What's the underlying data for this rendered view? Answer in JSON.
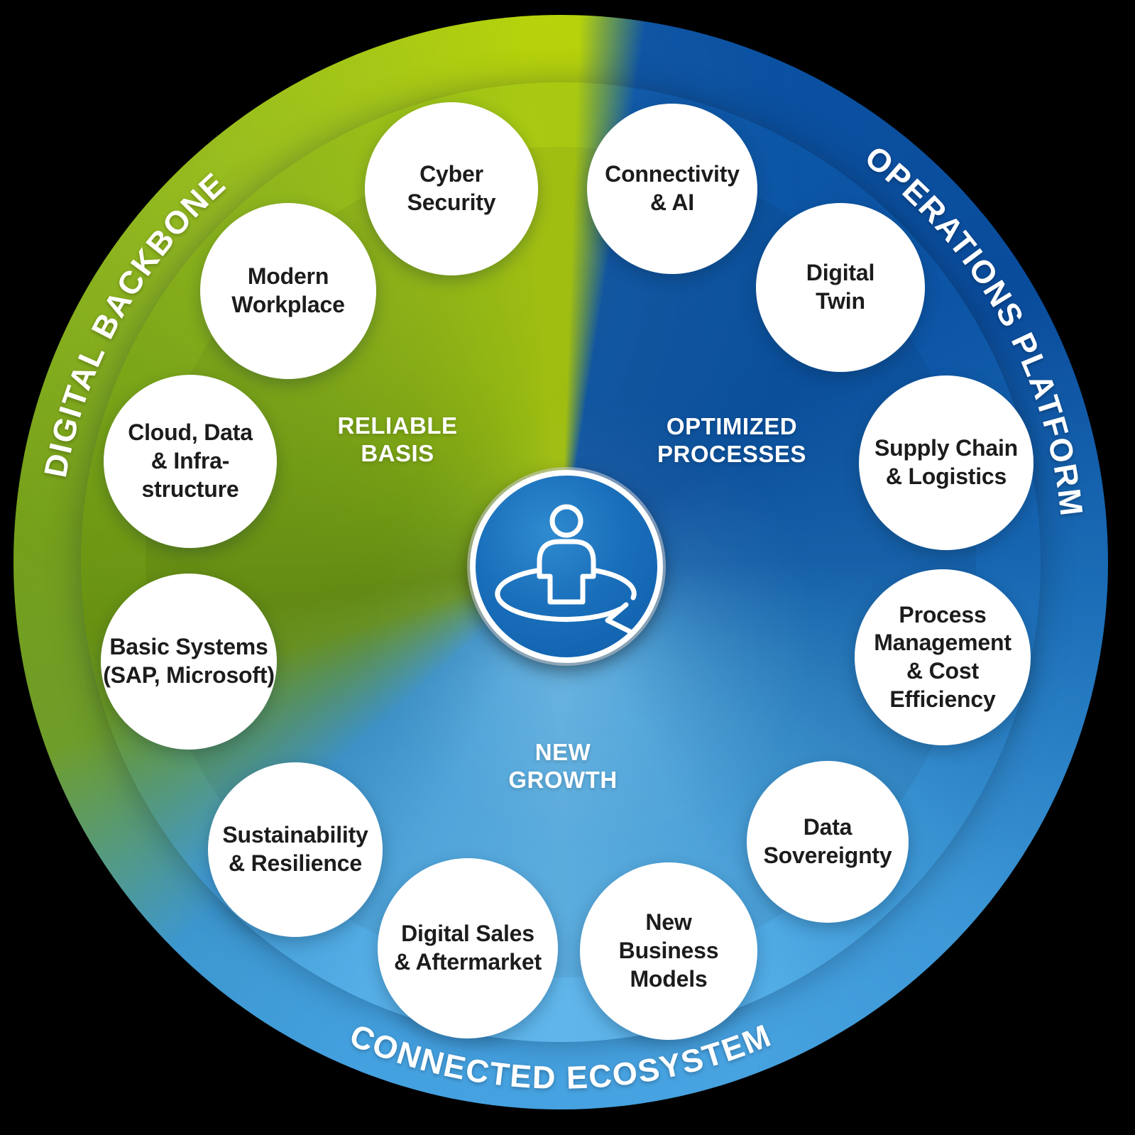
{
  "diagram_name": "Digital Transformation Wheel",
  "colors": {
    "green_bright": "#a6c70b",
    "green_mid": "#73a00e",
    "green_deep": "#5e870e",
    "blue_dark": "#0d57a7",
    "blue_mid": "#1766b2",
    "blue_light": "#53ade6",
    "blue_lighter": "#60b6ea",
    "emblem_blue": "#1a6fba",
    "text_ink": "#1c1c1c",
    "label_white": "#ffffff"
  },
  "ring_labels": [
    {
      "id": "digital-backbone",
      "position": "top-left",
      "text": "DIGITAL BACKBONE"
    },
    {
      "id": "operations-platform",
      "position": "top-right",
      "text": "OPERATIONS PLATFORM"
    },
    {
      "id": "connected-ecosystem",
      "position": "bottom",
      "text": "CONNECTED ECOSYSTEM"
    }
  ],
  "sectors": [
    {
      "id": "reliable-basis",
      "color": "#73a00e",
      "label_lines": [
        "RELIABLE",
        "BASIS"
      ]
    },
    {
      "id": "optimized-processes",
      "color": "#0d57a7",
      "label_lines": [
        "OPTIMIZED",
        "PROCESSES"
      ]
    },
    {
      "id": "new-growth",
      "color": "#53ade6",
      "label_lines": [
        "NEW",
        "GROWTH"
      ]
    }
  ],
  "topics": [
    {
      "sector": "reliable-basis",
      "label_lines": [
        "Cyber",
        "Security"
      ]
    },
    {
      "sector": "reliable-basis",
      "label_lines": [
        "Modern",
        "Workplace"
      ]
    },
    {
      "sector": "reliable-basis",
      "label_lines": [
        "Cloud, Data",
        "& Infra-",
        "structure"
      ]
    },
    {
      "sector": "reliable-basis",
      "label_lines": [
        "Basic Systems",
        "(SAP, Microsoft)"
      ]
    },
    {
      "sector": "new-growth",
      "label_lines": [
        "Sustainability",
        "& Resilience"
      ]
    },
    {
      "sector": "new-growth",
      "label_lines": [
        "Digital Sales",
        "& Aftermarket"
      ]
    },
    {
      "sector": "new-growth",
      "label_lines": [
        "New",
        "Business",
        "Models"
      ]
    },
    {
      "sector": "new-growth",
      "label_lines": [
        "Data",
        "Sovereignty"
      ]
    },
    {
      "sector": "optimized-processes",
      "label_lines": [
        "Process",
        "Management",
        "& Cost",
        "Efficiency"
      ]
    },
    {
      "sector": "optimized-processes",
      "label_lines": [
        "Supply Chain",
        "& Logistics"
      ]
    },
    {
      "sector": "optimized-processes",
      "label_lines": [
        "Digital",
        "Twin"
      ]
    },
    {
      "sector": "optimized-processes",
      "label_lines": [
        "Connectivity",
        "& AI"
      ]
    }
  ],
  "center": {
    "icon": "person-360-icon"
  }
}
